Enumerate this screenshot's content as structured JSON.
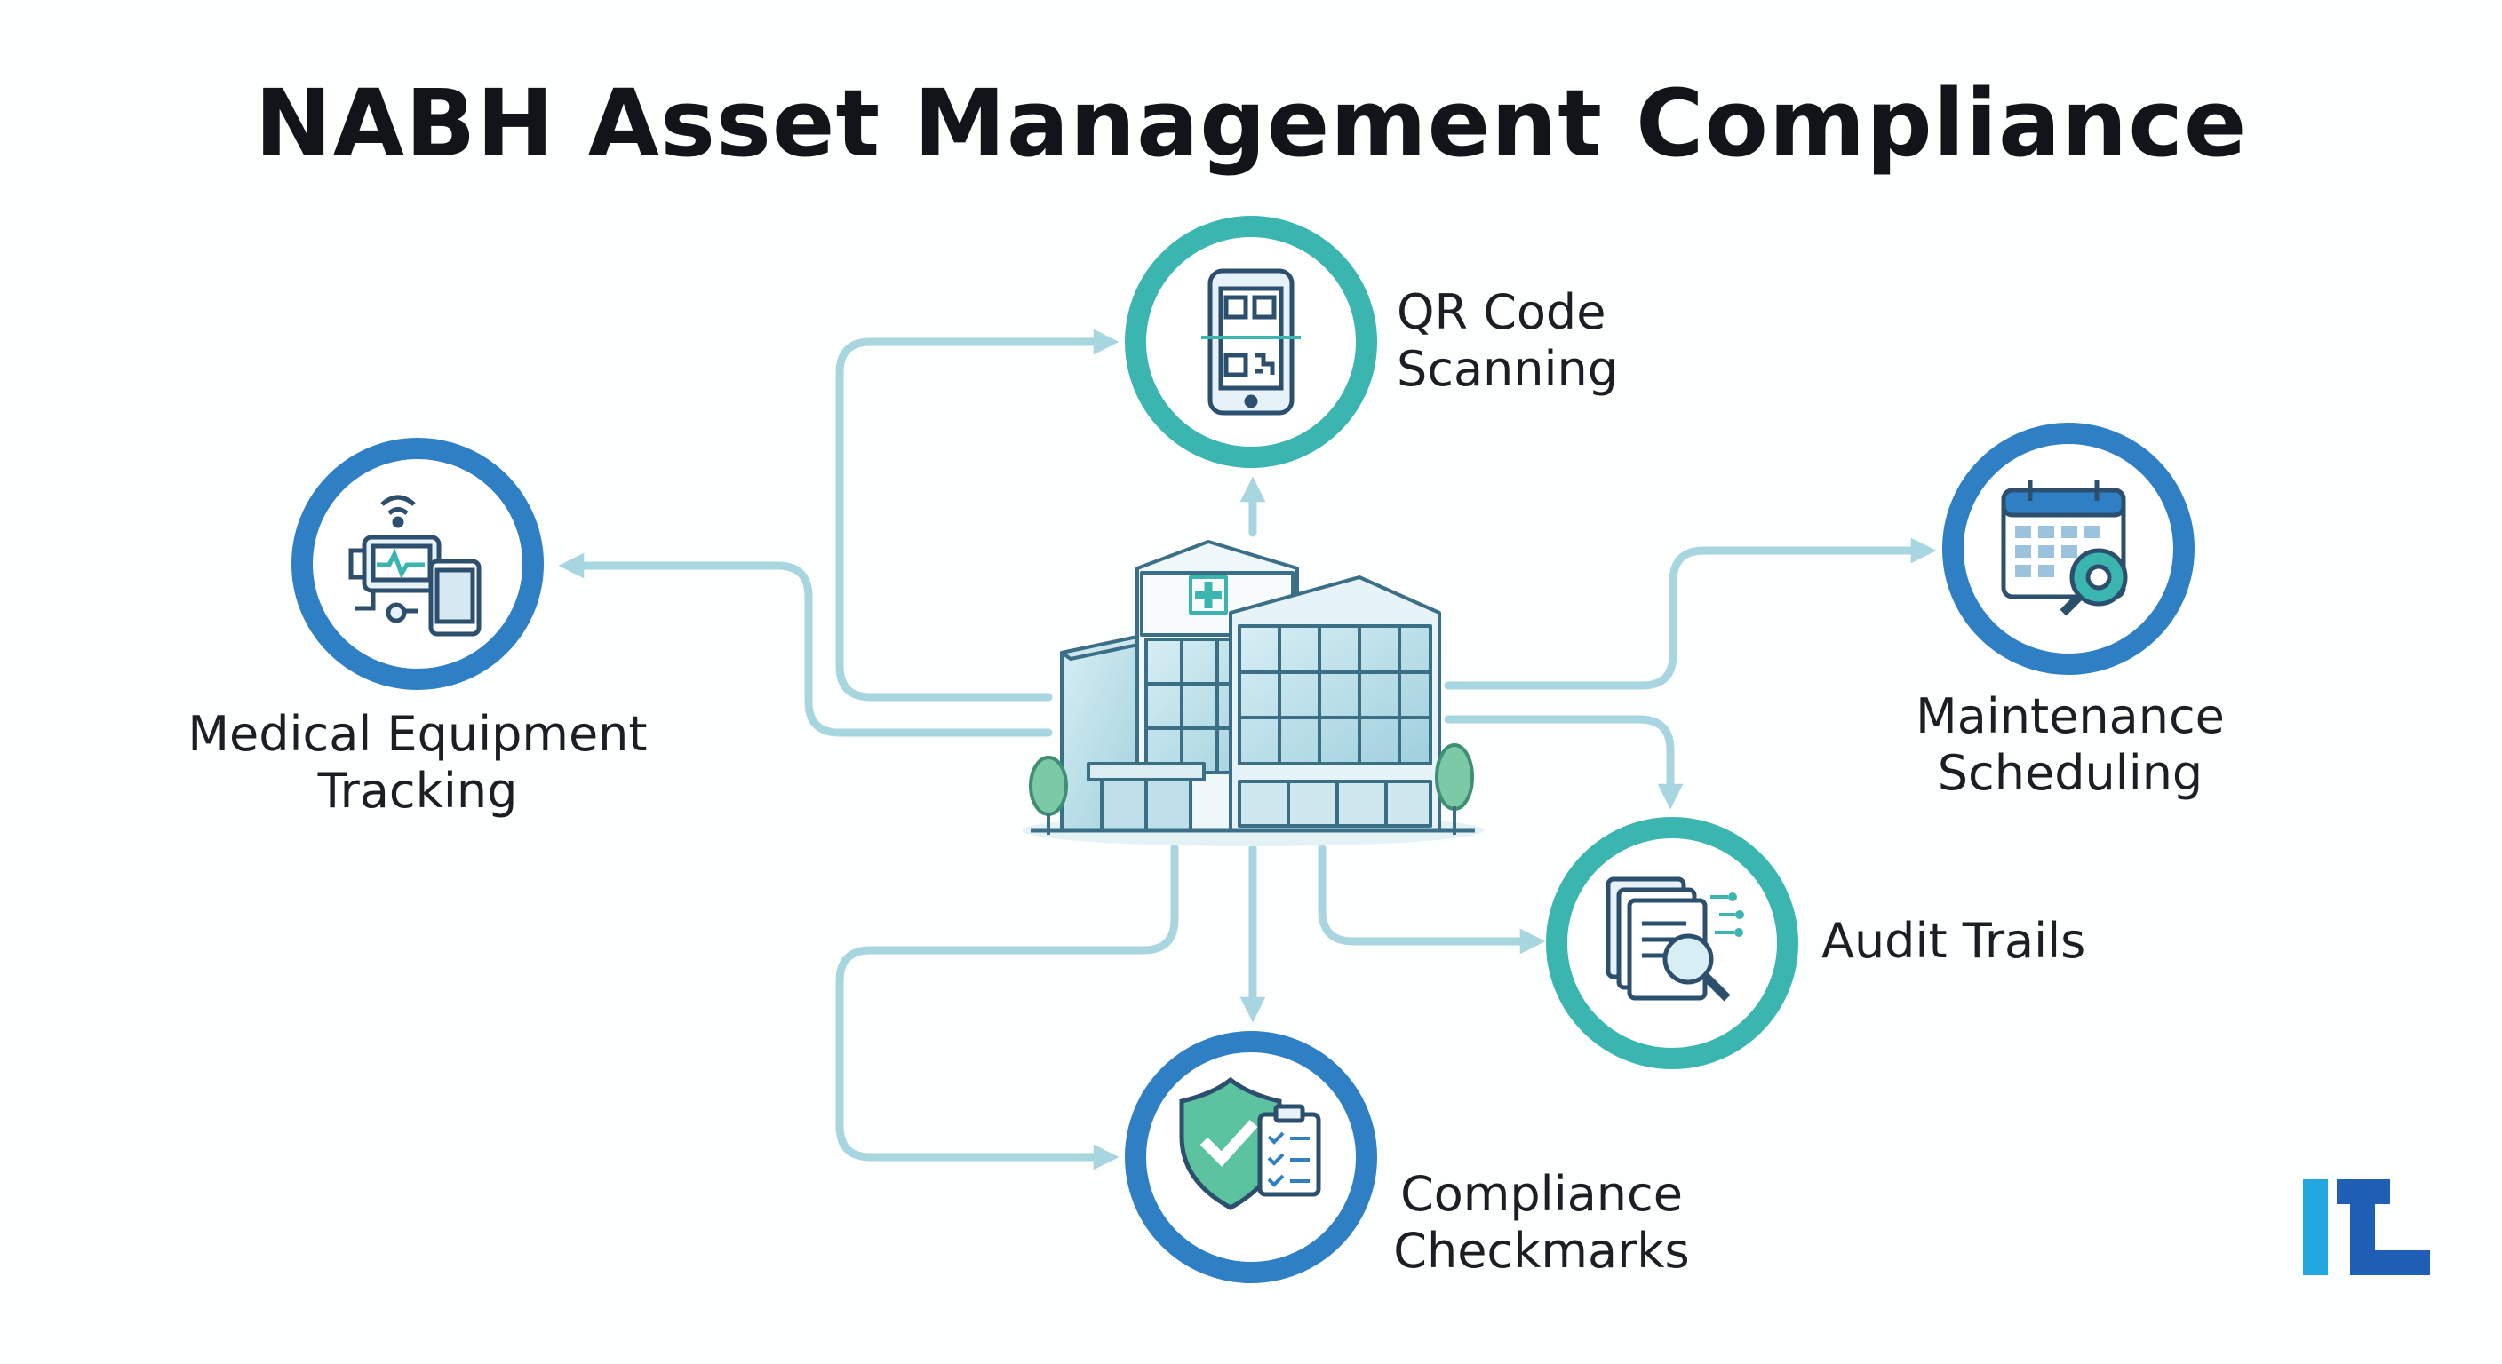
{
  "title": "NABH Asset Management Compliance",
  "nodes": {
    "qr": {
      "line1": "QR Code",
      "line2": "Scanning",
      "icon": "qr-phone-icon",
      "ring": "#3bb5b0"
    },
    "medical": {
      "line1": "Medical Equipment",
      "line2": "Tracking",
      "icon": "medical-device-icon",
      "ring": "#2f7fc4"
    },
    "maintenance": {
      "line1": "Maintenance",
      "line2": "Scheduling",
      "icon": "calendar-gear-icon",
      "ring": "#2f7fc4"
    },
    "audit": {
      "line1": "Audit Trails",
      "icon": "document-search-icon",
      "ring": "#3bb5b0"
    },
    "compliance": {
      "line1": "Compliance",
      "line2": "Checkmarks",
      "icon": "shield-check-icon",
      "ring": "#2f7fc4"
    }
  },
  "hub": {
    "icon": "hospital-building-icon"
  },
  "colors": {
    "arrow": "#a8d6e0",
    "teal": "#3bb5b0",
    "blue": "#2f7fc4",
    "text": "#111418"
  },
  "logo": {
    "text": "ITL",
    "colors": [
      "#21a8e0",
      "#1f5fb5"
    ]
  }
}
